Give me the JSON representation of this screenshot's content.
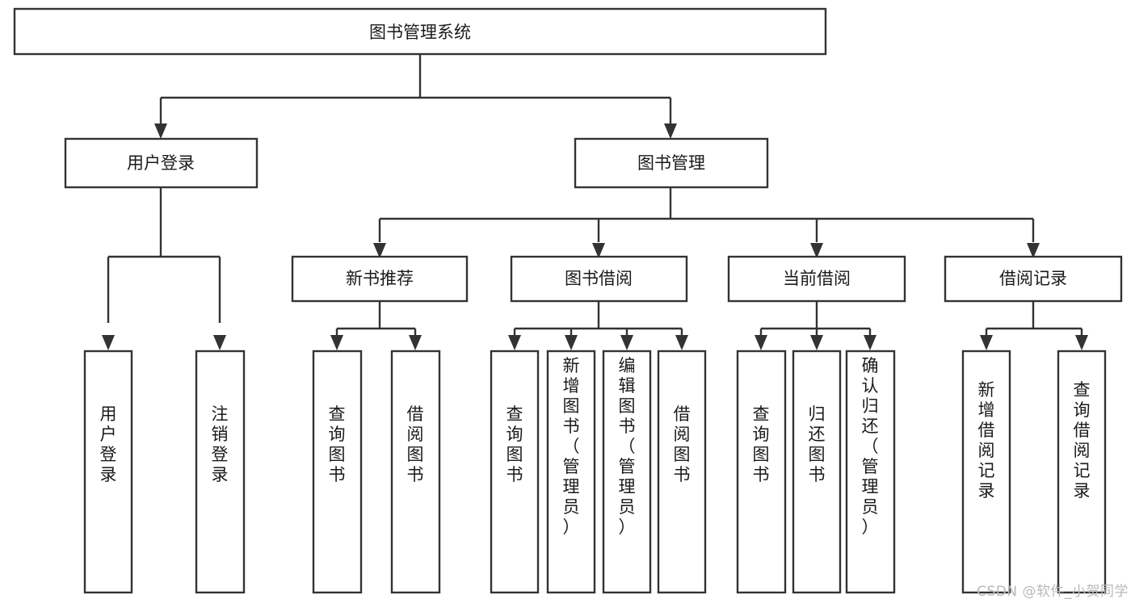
{
  "diagram": {
    "title": "图书管理系统",
    "type": "tree-hierarchy",
    "watermark": "CSDN @软件_小贺同学",
    "colors": {
      "stroke": "#333333",
      "fill": "#ffffff",
      "text": "#1a1a1a",
      "watermark": "#b8b8b8"
    },
    "levels": {
      "root": {
        "label": "图书管理系统"
      },
      "level2": [
        {
          "id": "user-login",
          "label": "用户登录"
        },
        {
          "id": "book-manage",
          "label": "图书管理"
        }
      ],
      "level3": [
        {
          "id": "new-book-recommend",
          "label": "新书推荐",
          "parent": "book-manage"
        },
        {
          "id": "book-borrow",
          "label": "图书借阅",
          "parent": "book-manage"
        },
        {
          "id": "current-borrow",
          "label": "当前借阅",
          "parent": "book-manage"
        },
        {
          "id": "borrow-record",
          "label": "借阅记录",
          "parent": "book-manage"
        }
      ],
      "leaves": [
        {
          "id": "leaf-user-login",
          "label": "用户登录",
          "parent": "user-login"
        },
        {
          "id": "leaf-logout-login",
          "label": "注销登录",
          "parent": "user-login"
        },
        {
          "id": "leaf-query-book-1",
          "label": "查询图书",
          "parent": "new-book-recommend"
        },
        {
          "id": "leaf-borrow-book-1",
          "label": "借阅图书",
          "parent": "new-book-recommend"
        },
        {
          "id": "leaf-query-book-2",
          "label": "查询图书",
          "parent": "book-borrow"
        },
        {
          "id": "leaf-add-book-admin",
          "label": "新增图书（管理员）",
          "parent": "book-borrow"
        },
        {
          "id": "leaf-edit-book-admin",
          "label": "编辑图书（管理员）",
          "parent": "book-borrow"
        },
        {
          "id": "leaf-borrow-book-2",
          "label": "借阅图书",
          "parent": "book-borrow"
        },
        {
          "id": "leaf-query-book-3",
          "label": "查询图书",
          "parent": "current-borrow"
        },
        {
          "id": "leaf-return-book",
          "label": "归还图书",
          "parent": "current-borrow"
        },
        {
          "id": "leaf-confirm-return-admin",
          "label": "确认归还（管理员）",
          "parent": "current-borrow"
        },
        {
          "id": "leaf-add-borrow-record",
          "label": "新增借阅记录",
          "parent": "borrow-record"
        },
        {
          "id": "leaf-query-borrow-record",
          "label": "查询借阅记录",
          "parent": "borrow-record"
        }
      ]
    }
  }
}
